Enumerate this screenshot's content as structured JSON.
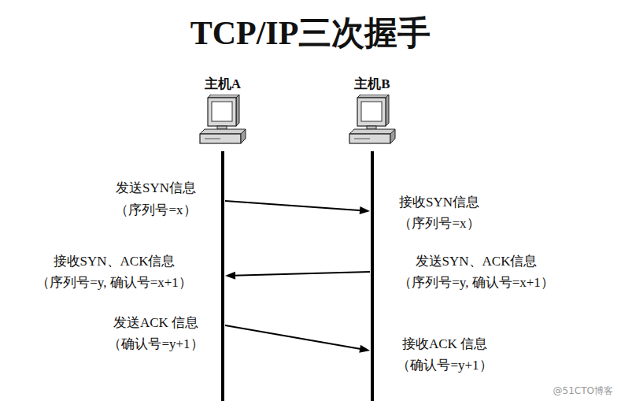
{
  "diagram": {
    "title": "TCP/IP三次握手",
    "nodes": [
      {
        "text": [
          "主机A"
        ]
      },
      {
        "text": [
          "主机B"
        ]
      }
    ],
    "edges": [
      {
        "from": 0,
        "to": 1,
        "arrow": "to"
      },
      {
        "from": 1,
        "to": 0,
        "arrow": "to"
      },
      {
        "from": 0,
        "to": 1,
        "arrow": "to"
      }
    ],
    "labels": [
      "发送SYN信息",
      "（序列号=x）",
      "接收SYN信息",
      "（序列号=x）",
      "接收SYN、ACK信息",
      "（序列号=y, 确认号=x+1）",
      "发送SYN、ACK信息",
      "（序列号=y, 确认号=x+1）",
      "发送ACK 信息",
      "（确认号=y+1）",
      "接收ACK 信息",
      "（确认号=y+1）",
      "@51CTO博客"
    ]
  }
}
